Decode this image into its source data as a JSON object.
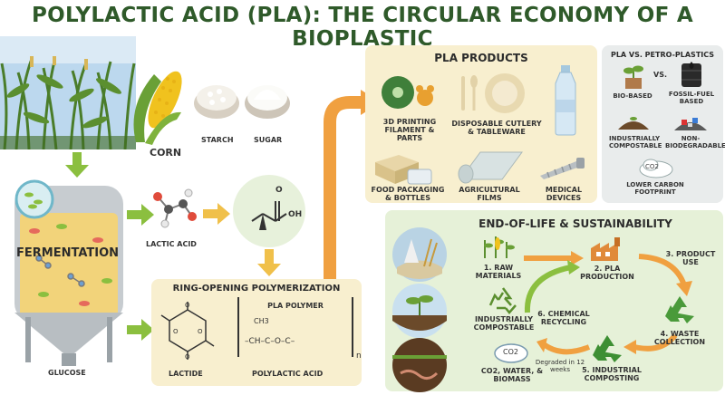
{
  "title": "POLYLACTIC ACID (PLA): THE CIRCULAR ECONOMY OF A BIOPLASTIC",
  "feedstock": {
    "corn": "CORN",
    "starch": "STARCH",
    "sugar": "SUGAR"
  },
  "fermentation": {
    "label": "FERMENTATION",
    "glucose": "GLUCOSE",
    "lactic_acid": "LACTIC ACID",
    "oh": "OH",
    "o": "O"
  },
  "polymerization": {
    "title": "RING-OPENING POLYMERIZATION",
    "lactide": "LACTIDE",
    "pla_polymer": "PLA POLYMER",
    "polylactic_acid": "POLYLACTIC ACID",
    "ch3": "CH3",
    "chain": "–CH–C–O–C–",
    "n": "n"
  },
  "products": {
    "title": "PLA PRODUCTS",
    "items": [
      {
        "label": "3D PRINTING FILAMENT & PARTS"
      },
      {
        "label": "DISPOSABLE CUTLERY & TABLEWARE"
      },
      {
        "label": "FOOD PACKAGING & BOTTLES"
      },
      {
        "label": "AGRICULTURAL FILMS"
      },
      {
        "label": "MEDICAL DEVICES"
      }
    ]
  },
  "comparison": {
    "title": "PLA VS. PETRO-PLASTICS",
    "vs": "VS.",
    "bio_based": "BIO-BASED",
    "fossil_based": "FOSSIL-FUEL BASED",
    "compostable": "INDUSTRIALLY COMPOSTABLE",
    "non_biodegradable": "NON-BIODEGRADABLE",
    "co2": "CO2",
    "lower_carbon": "LOWER CARBON FOOTPRINT"
  },
  "eol": {
    "title": "END-OF-LIFE & SUSTAINABILITY",
    "steps": [
      {
        "label": "1. RAW MATERIALS"
      },
      {
        "label": "2. PLA PRODUCTION"
      },
      {
        "label": "3. PRODUCT USE"
      },
      {
        "label": "4. WASTE COLLECTION"
      },
      {
        "label": "5. INDUSTRIAL COMPOSTING"
      },
      {
        "label": "6. CHEMICAL RECYCLING"
      }
    ],
    "industrially_compostable": "INDUSTRIALLY COMPOSTABLE",
    "co2": "CO2",
    "outputs": "CO2, WATER, & BIOMASS",
    "degraded": "Degraded in 12 weeks"
  },
  "colors": {
    "title": "#2f5a2a",
    "arrow_green": "#8bbf3f",
    "arrow_orange": "#f0a040",
    "tan_panel": "#f8efcf",
    "green_panel": "#e6f1d8"
  }
}
